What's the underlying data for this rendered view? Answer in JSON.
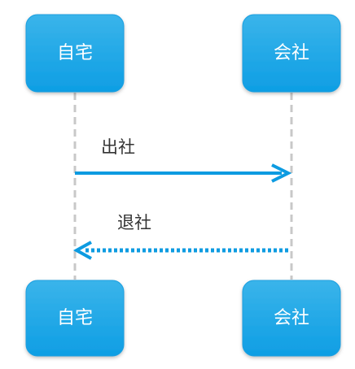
{
  "diagram": {
    "type": "sequence",
    "colors": {
      "box_top": "#3ab4ea",
      "box_bottom": "#0e9ee4",
      "box_border": "#1a9fe0",
      "lifeline": "#c8c8c8",
      "arrow": "#0d9be1",
      "label_text": "#333333",
      "box_text": "#ffffff"
    },
    "participants": [
      {
        "id": "home",
        "label": "自宅"
      },
      {
        "id": "office",
        "label": "会社"
      }
    ],
    "messages": [
      {
        "from": "home",
        "to": "office",
        "label": "出社",
        "style": "solid"
      },
      {
        "from": "office",
        "to": "home",
        "label": "退社",
        "style": "dotted"
      }
    ]
  }
}
